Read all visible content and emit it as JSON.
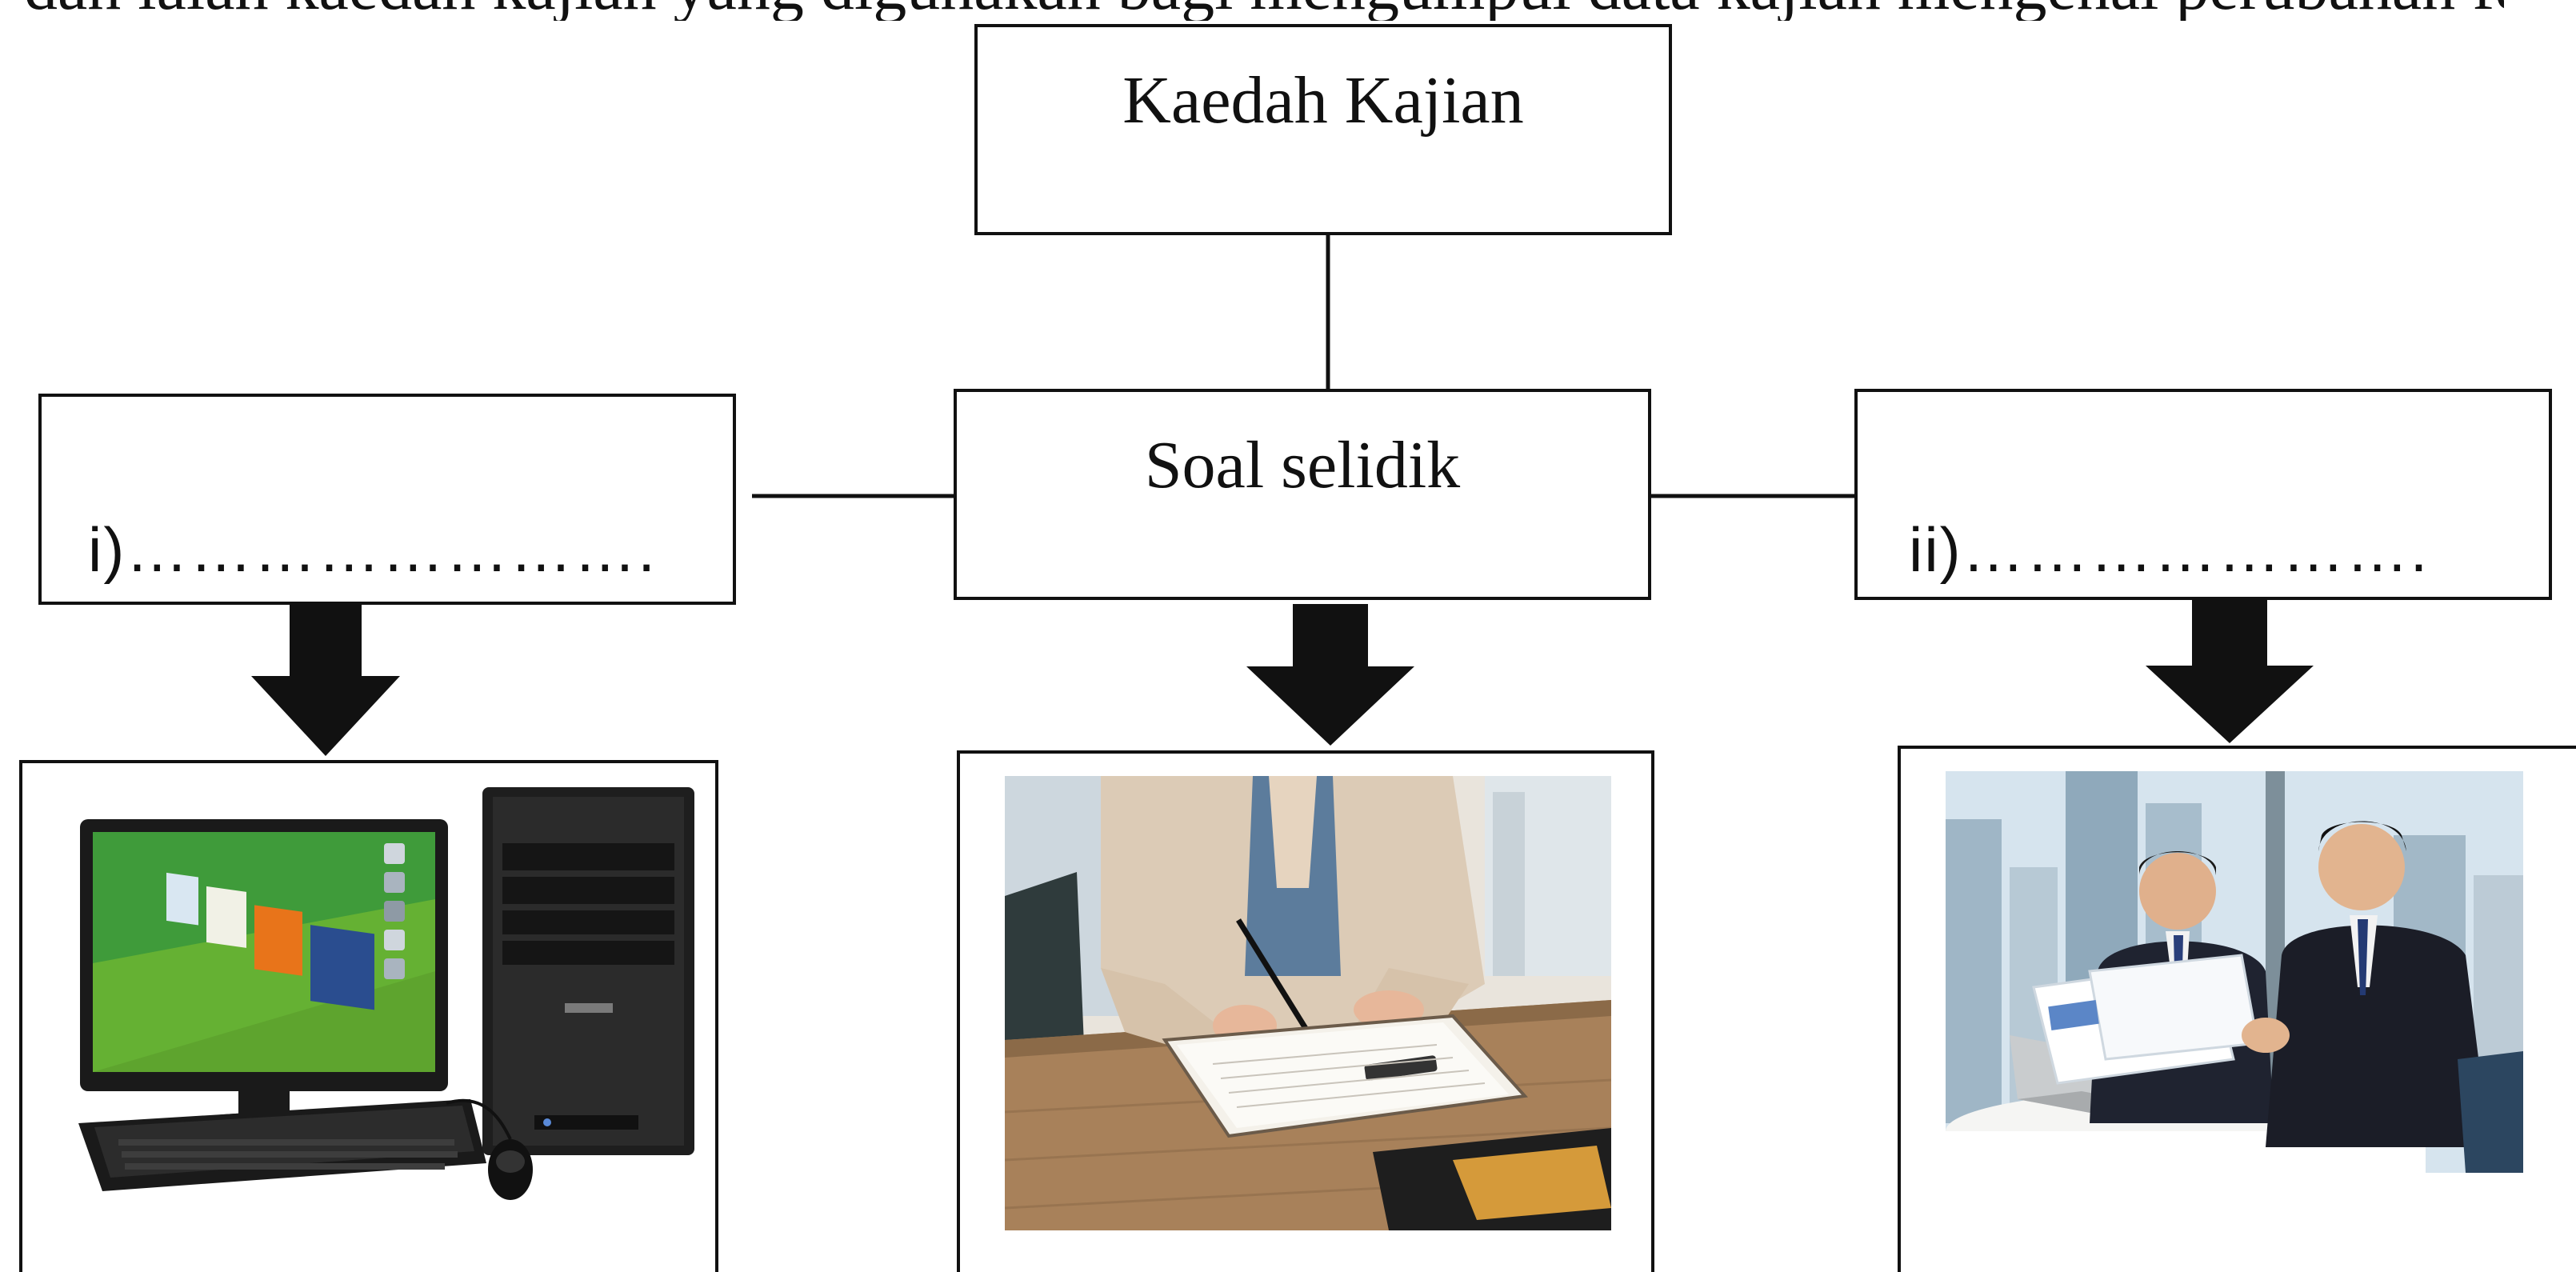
{
  "cut_off_text": "dan ialah kaedah kajian yang digunakan bagi mengumpul data kajian mengenai perubahan fesyen",
  "diagram": {
    "top_box": {
      "label": "Kaedah Kajian"
    },
    "center_box": {
      "label": "Soal selidik"
    },
    "left_box": {
      "label": "i)……………………."
    },
    "right_box": {
      "label": "ii)…………………."
    },
    "pictures": {
      "left": {
        "icon": "desktop-computer"
      },
      "center": {
        "icon": "person-writing-on-clipboard"
      },
      "right": {
        "icon": "two-businessmen-discussing-documents"
      }
    }
  },
  "colors": {
    "line": "#111111",
    "background": "#ffffff"
  }
}
